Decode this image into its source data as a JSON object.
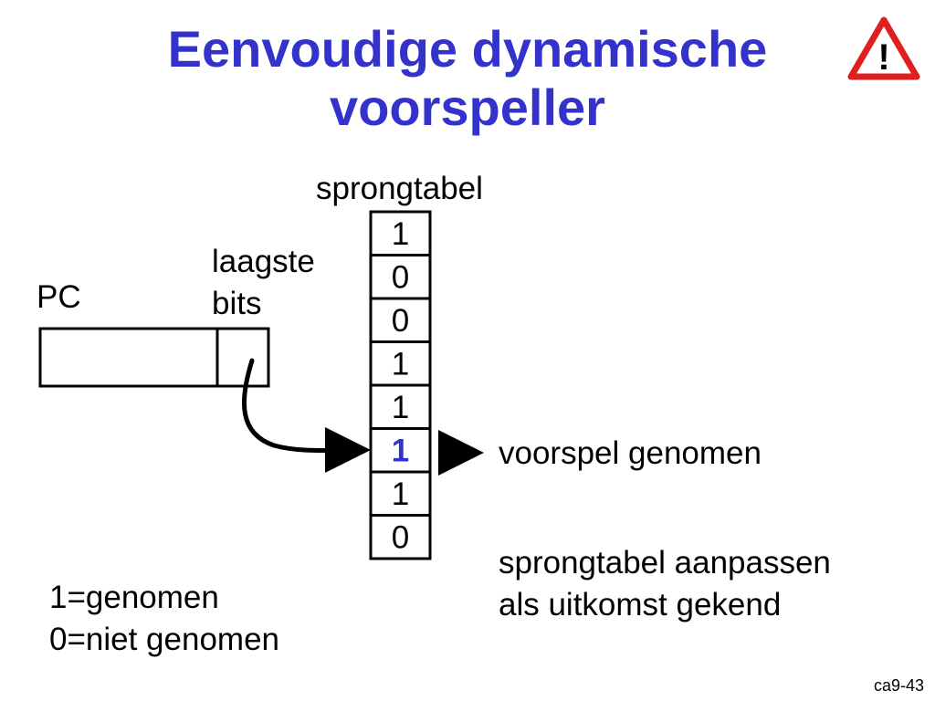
{
  "slide": {
    "title_lines": [
      "Eenvoudige dynamische",
      "voorspeller"
    ],
    "warning_icon": "warning-triangle-icon",
    "colors": {
      "title": "#3333cc",
      "highlight": "#3333cc",
      "warning": "#e02020"
    },
    "footer": "ca9-43"
  },
  "diagram": {
    "pc_label": "PC",
    "low_bits_label": [
      "laagste",
      "bits"
    ],
    "table_label": "sprongtabel",
    "table_cells": [
      "1",
      "0",
      "0",
      "1",
      "1",
      "1",
      "1",
      "0"
    ],
    "highlighted_index": 5,
    "prediction_label": "voorspel genomen",
    "update_lines": [
      "sprongtabel aanpassen",
      "als uitkomst gekend"
    ],
    "legend_lines": [
      "1=genomen",
      "0=niet genomen"
    ]
  }
}
